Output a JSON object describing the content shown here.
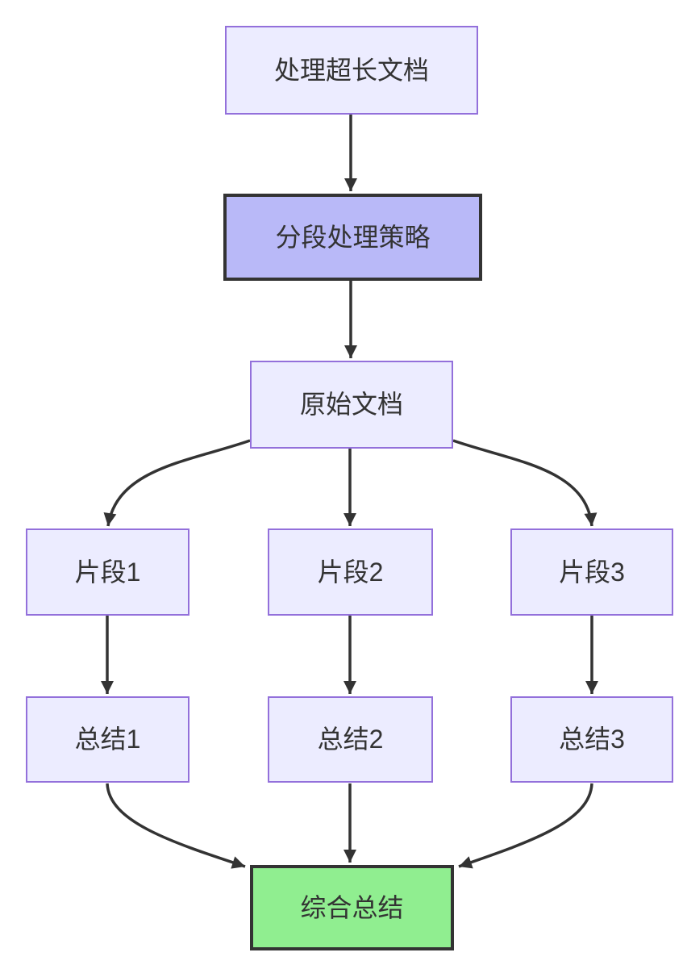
{
  "diagram": {
    "type": "flowchart",
    "direction": "top-down",
    "background": "#ffffff",
    "colors": {
      "node_fill": "#ECECFF",
      "node_border": "#9370DB",
      "highlight_fill": "#B9B9F8",
      "highlight_border": "#333333",
      "final_fill": "#90EE90",
      "final_border": "#333333",
      "edge_color": "#333333",
      "text_color": "#333333"
    },
    "nodes": [
      {
        "id": "task",
        "label": "处理超长文档",
        "style": "default"
      },
      {
        "id": "strategy",
        "label": "分段处理策略",
        "style": "highlight"
      },
      {
        "id": "original",
        "label": "原始文档",
        "style": "default"
      },
      {
        "id": "seg1",
        "label": "片段1",
        "style": "default"
      },
      {
        "id": "seg2",
        "label": "片段2",
        "style": "default"
      },
      {
        "id": "seg3",
        "label": "片段3",
        "style": "default"
      },
      {
        "id": "sum1",
        "label": "总结1",
        "style": "default"
      },
      {
        "id": "sum2",
        "label": "总结2",
        "style": "default"
      },
      {
        "id": "sum3",
        "label": "总结3",
        "style": "default"
      },
      {
        "id": "final",
        "label": "综合总结",
        "style": "final"
      }
    ],
    "edges": [
      {
        "from": "task",
        "to": "strategy"
      },
      {
        "from": "strategy",
        "to": "original"
      },
      {
        "from": "original",
        "to": "seg1"
      },
      {
        "from": "original",
        "to": "seg2"
      },
      {
        "from": "original",
        "to": "seg3"
      },
      {
        "from": "seg1",
        "to": "sum1"
      },
      {
        "from": "seg2",
        "to": "sum2"
      },
      {
        "from": "seg3",
        "to": "sum3"
      },
      {
        "from": "sum1",
        "to": "final"
      },
      {
        "from": "sum2",
        "to": "final"
      },
      {
        "from": "sum3",
        "to": "final"
      }
    ]
  }
}
